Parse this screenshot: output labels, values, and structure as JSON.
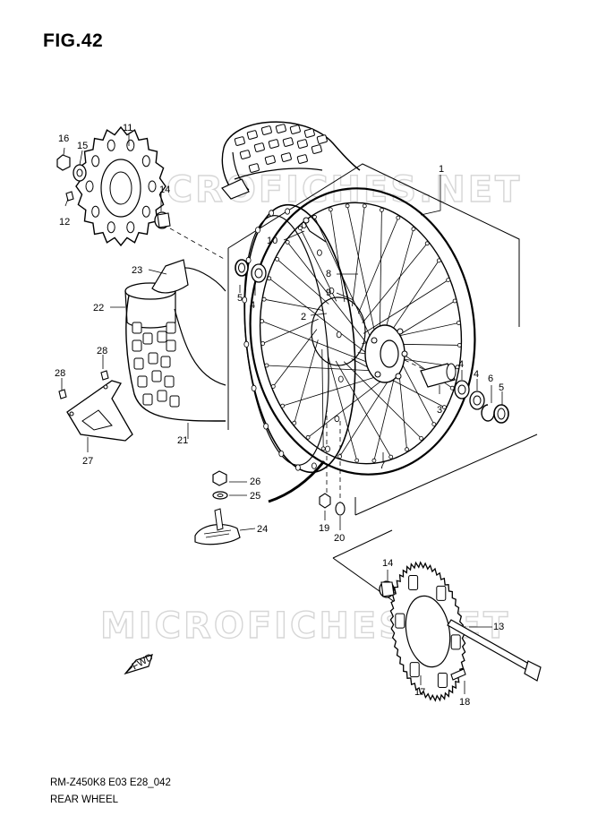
{
  "figure": {
    "title": "FIG.42",
    "code": "RM-Z450K8 E03 E28_042",
    "name": "REAR WHEEL"
  },
  "watermark": "MICROFICHES.NET",
  "direction_label": "FWD",
  "callouts": [
    {
      "id": "c1",
      "label": "1"
    },
    {
      "id": "c2",
      "label": "2"
    },
    {
      "id": "c3",
      "label": "3"
    },
    {
      "id": "c4a",
      "label": "4"
    },
    {
      "id": "c4b",
      "label": "4"
    },
    {
      "id": "c4c",
      "label": "4"
    },
    {
      "id": "c5a",
      "label": "5"
    },
    {
      "id": "c5b",
      "label": "5"
    },
    {
      "id": "c6",
      "label": "6"
    },
    {
      "id": "c7",
      "label": "7"
    },
    {
      "id": "c8",
      "label": "8"
    },
    {
      "id": "c9",
      "label": "9"
    },
    {
      "id": "c10",
      "label": "10"
    },
    {
      "id": "c11",
      "label": "11"
    },
    {
      "id": "c12",
      "label": "12"
    },
    {
      "id": "c13",
      "label": "13"
    },
    {
      "id": "c14a",
      "label": "14"
    },
    {
      "id": "c14b",
      "label": "14"
    },
    {
      "id": "c15",
      "label": "15"
    },
    {
      "id": "c16",
      "label": "16"
    },
    {
      "id": "c17",
      "label": "17"
    },
    {
      "id": "c18",
      "label": "18"
    },
    {
      "id": "c19",
      "label": "19"
    },
    {
      "id": "c20",
      "label": "20"
    },
    {
      "id": "c21",
      "label": "21"
    },
    {
      "id": "c22",
      "label": "22"
    },
    {
      "id": "c23",
      "label": "23"
    },
    {
      "id": "c24",
      "label": "24"
    },
    {
      "id": "c25",
      "label": "25"
    },
    {
      "id": "c26",
      "label": "26"
    },
    {
      "id": "c27",
      "label": "27"
    },
    {
      "id": "c28a",
      "label": "28"
    },
    {
      "id": "c28b",
      "label": "28"
    }
  ]
}
